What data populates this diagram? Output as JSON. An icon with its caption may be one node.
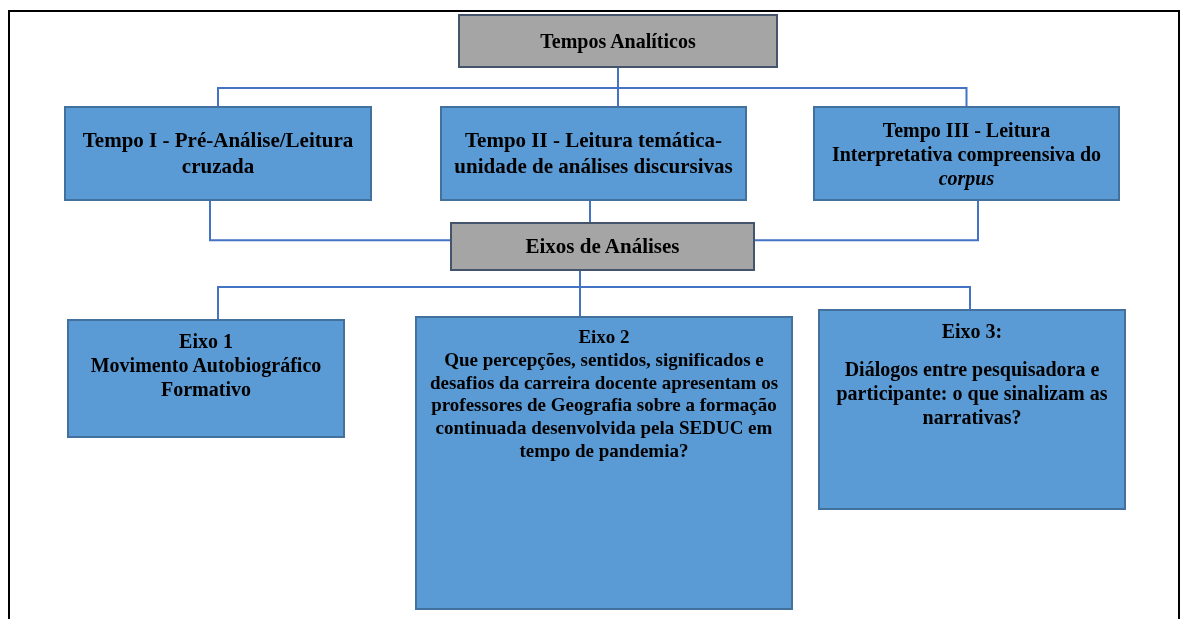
{
  "diagram": {
    "nodes": [
      {
        "text": [
          "Tempos Analíticos"
        ]
      },
      {
        "text": [
          "Tempo I - Pré-Análise/Leitura cruzada"
        ]
      },
      {
        "text": [
          "Tempo II - Leitura temática- unidade de análises discursivas"
        ]
      },
      {
        "text": [
          "Tempo III - Leitura Interpretativa compreensiva do *corpus*"
        ]
      },
      {
        "text": [
          "Eixos de Análises"
        ]
      },
      {
        "text": [
          "Eixo 1",
          "Movimento Autobiográfico Formativo"
        ]
      },
      {
        "text": [
          "Eixo 2",
          "Que percepções, sentidos, significados e desafios da carreira docente apresentam os professores de Geografia sobre a formação continuada desenvolvida pela SEDUC em tempo de pandemia?"
        ]
      },
      {
        "text": [
          "Eixo 3:",
          "Diálogos entre pesquisadora e participante: o que sinalizam as narrativas?"
        ]
      }
    ],
    "edges": [
      {
        "from": 0,
        "to": 1,
        "arrow": "none"
      },
      {
        "from": 0,
        "to": 2,
        "arrow": "none"
      },
      {
        "from": 0,
        "to": 3,
        "arrow": "none"
      },
      {
        "from": 1,
        "to": 4,
        "arrow": "none"
      },
      {
        "from": 2,
        "to": 4,
        "arrow": "none"
      },
      {
        "from": 3,
        "to": 4,
        "arrow": "none"
      },
      {
        "from": 4,
        "to": 5,
        "arrow": "none"
      },
      {
        "from": 4,
        "to": 6,
        "arrow": "none"
      },
      {
        "from": 4,
        "to": 7,
        "arrow": "none"
      }
    ]
  }
}
